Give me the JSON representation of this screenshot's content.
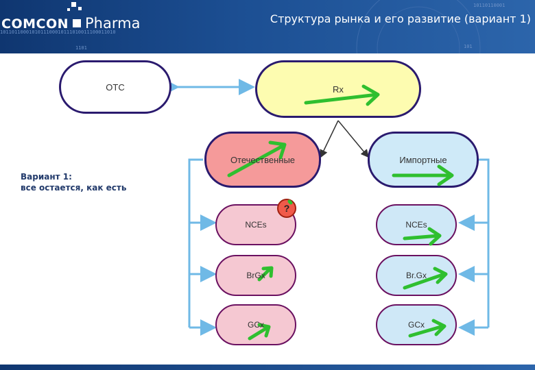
{
  "header": {
    "logo_text": "COMCON",
    "logo_suffix": "Pharma",
    "binary_line_1": "1011011000101011100010111010011100011010",
    "binary_line_2": "1101",
    "binary_line_3": "10110110001",
    "binary_line_4": "101",
    "title": "Структура рынка и его развитие (вариант 1)"
  },
  "annotation": {
    "line1": "Вариант 1:",
    "line2": "все остается, как есть"
  },
  "nodes": {
    "otc": "OTC",
    "rx": "Rx",
    "domestic": "Отечественные",
    "imported": "Импортные",
    "nces_left": "NCEs",
    "nces_right": "NCEs",
    "brgx_left": "BrGx",
    "brgx_right": "Br.Gx",
    "gcx_left": "GCx",
    "gcx_right": "GCx"
  },
  "question_mark": "?",
  "colors": {
    "header_bg": "#1c4f93",
    "otc_fill": "#ffffff",
    "rx_fill": "#fdfcb0",
    "domestic_fill": "#f59a9a",
    "imported_fill": "#cfeaf8",
    "left_sub_fill": "#f5c8d2",
    "right_sub_fill": "#cfe8f7",
    "node_border": "#2a1a6e",
    "sub_border": "#6a1060",
    "green_arrow": "#2fbf2f",
    "connector_blue": "#6fb9e6"
  }
}
